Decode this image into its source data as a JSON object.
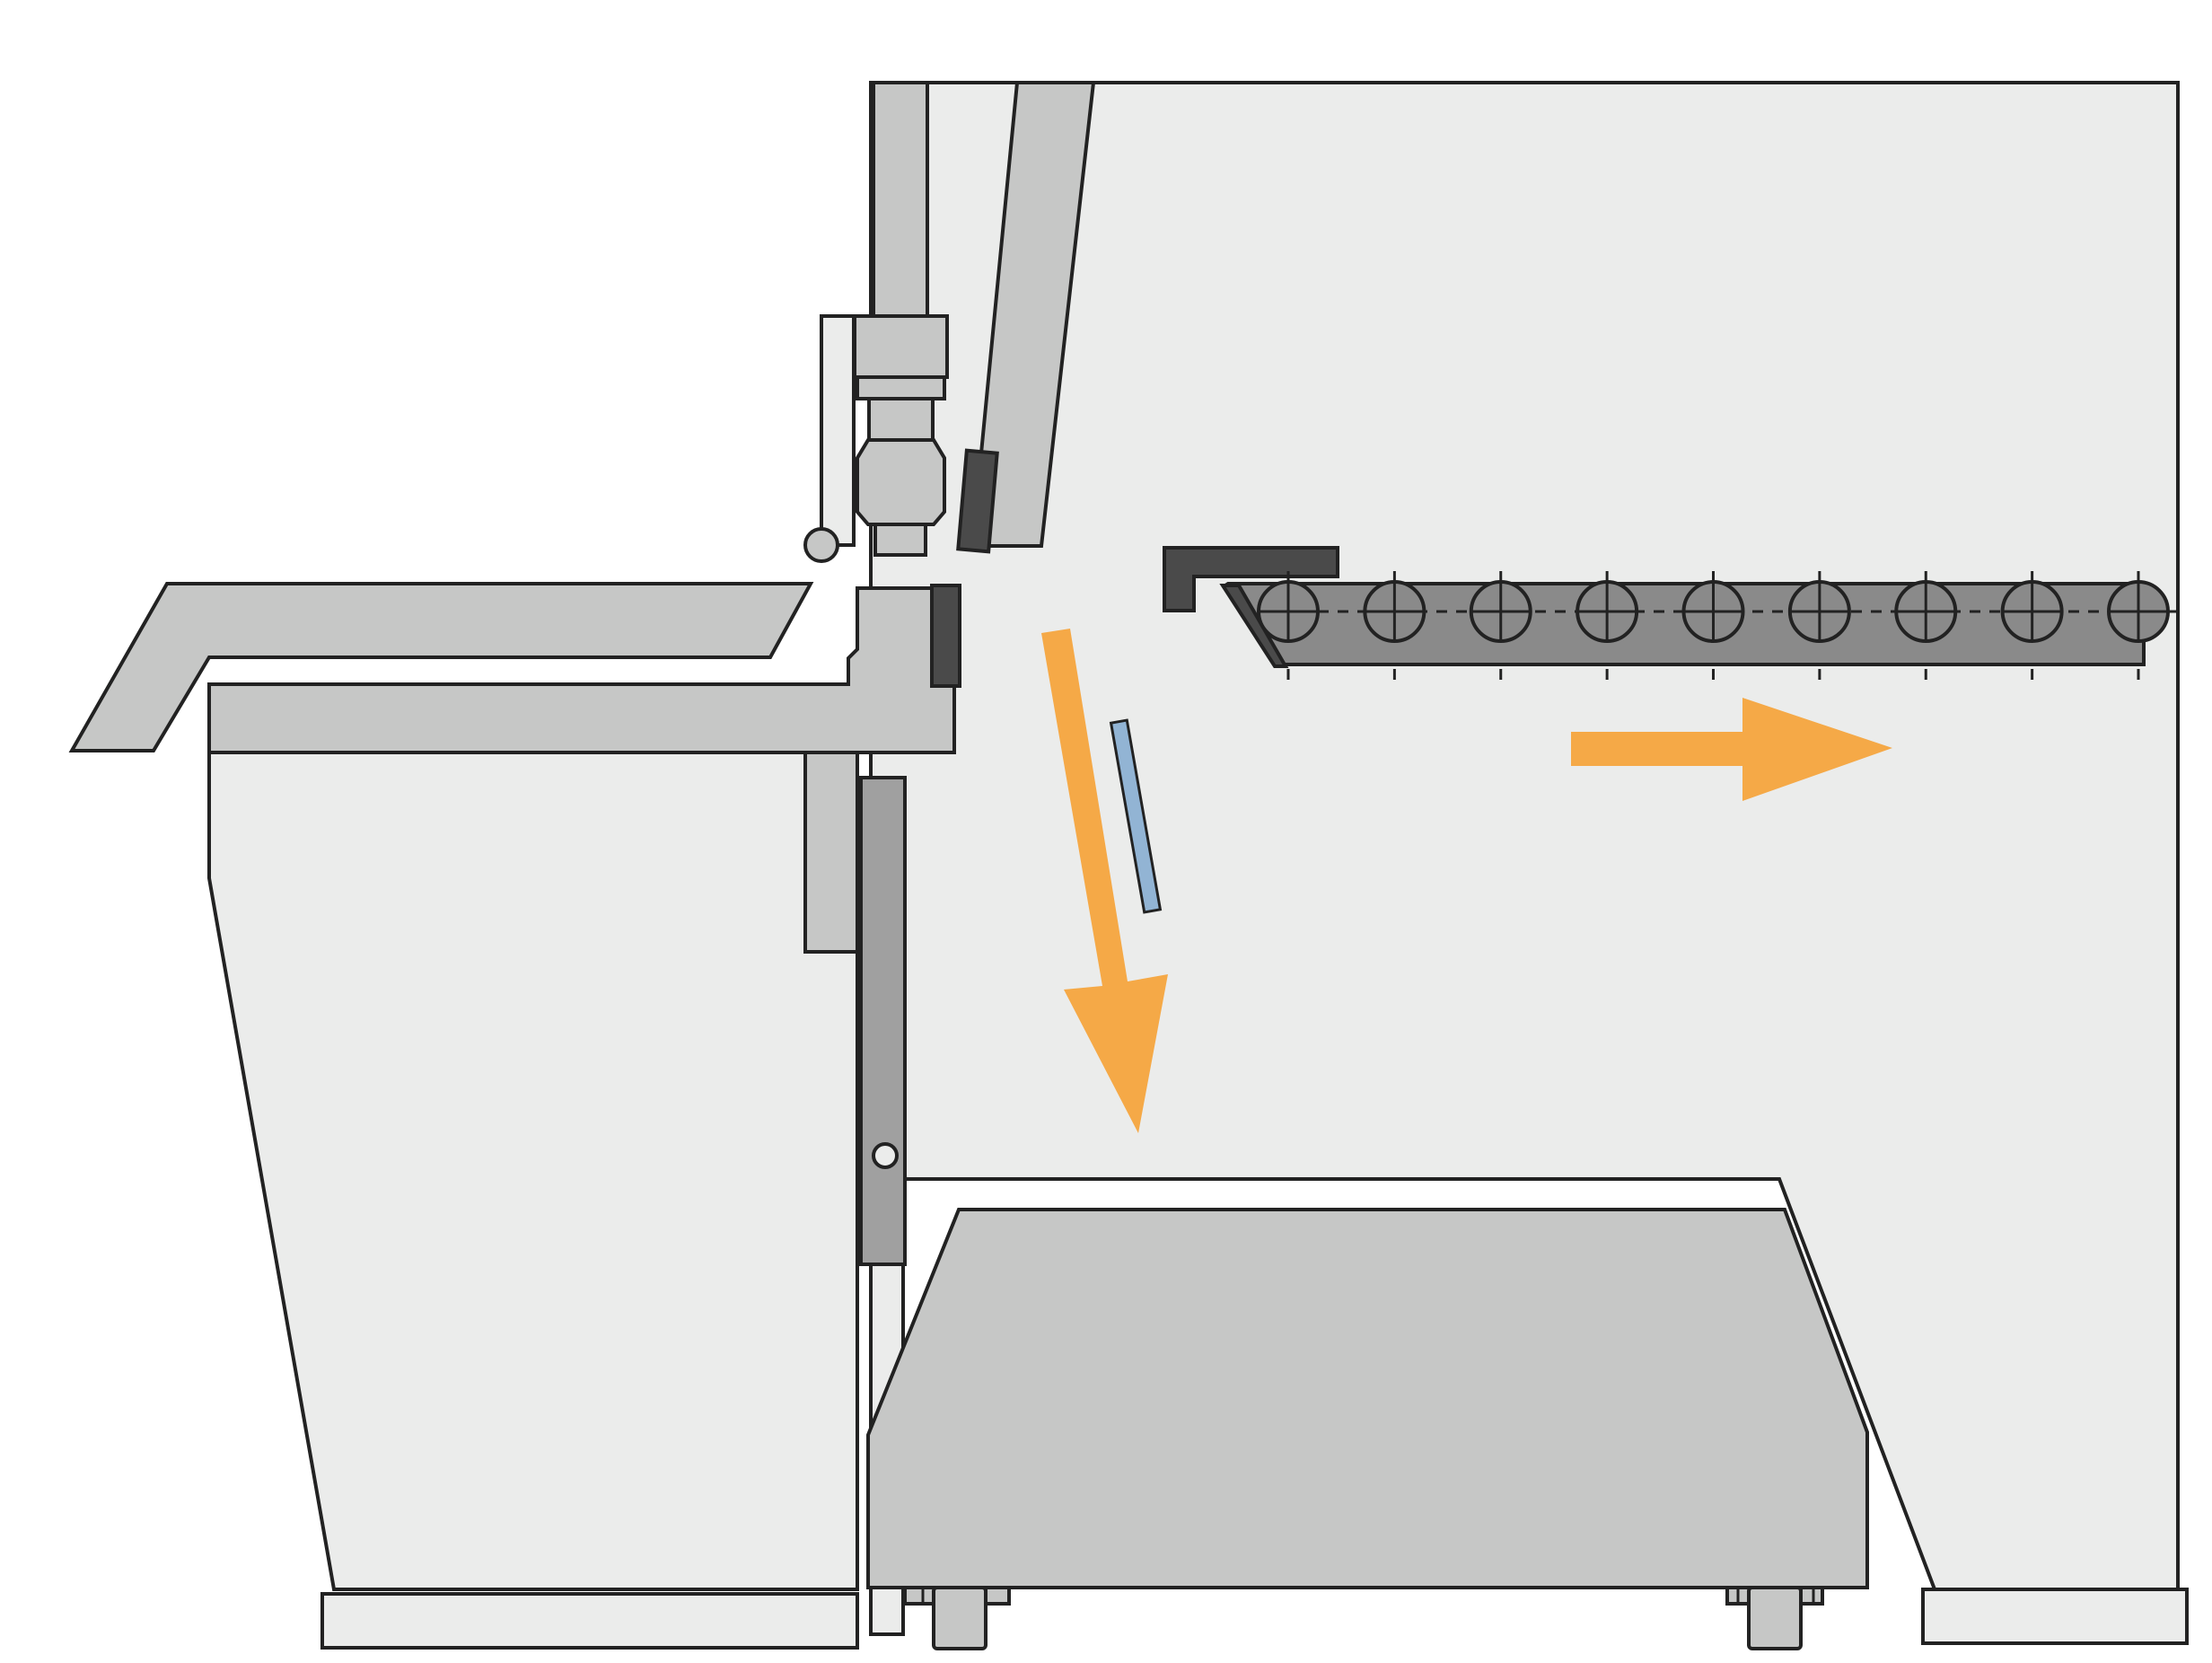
{
  "diagram": {
    "caption": "",
    "components": [
      "machine-frame",
      "left-feed-table",
      "left-cabinet",
      "upper-tool-column",
      "angled-upper-arm",
      "spindle-assembly",
      "clamp-bar",
      "conveyor-belt",
      "conveyor-rollers",
      "collection-bin",
      "falling-workpiece",
      "discharge-arrow",
      "transport-arrow"
    ],
    "roller_count": 9,
    "flows": [
      {
        "name": "discharge-down",
        "direction": "down"
      },
      {
        "name": "transport-right",
        "direction": "right"
      }
    ]
  },
  "colors": {
    "frame_fill": "#ebeceb",
    "light_grey": "#c6c7c6",
    "mid_grey": "#a0a0a0",
    "dark_grey": "#8a8a8a",
    "darkest_grey": "#4a4a4a",
    "outline": "#222222",
    "arrow_orange": "#f5a947",
    "workpiece_blue": "#92b4d4"
  }
}
